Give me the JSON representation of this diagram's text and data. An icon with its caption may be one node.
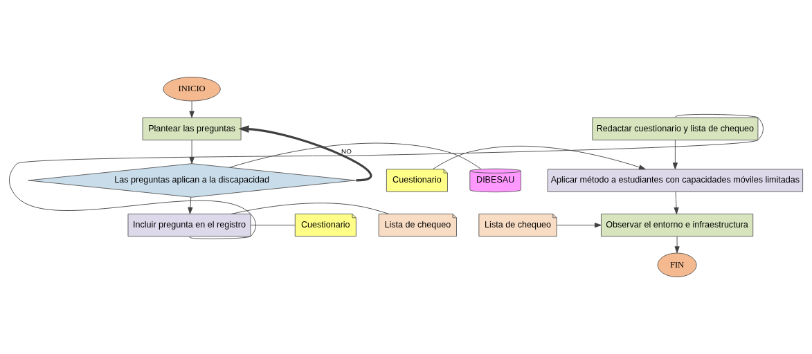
{
  "diagram": {
    "nodes": [
      {
        "text": [
          "INICIO"
        ]
      },
      {
        "text": [
          "Plantear las preguntas"
        ]
      },
      {
        "text": [
          "Las preguntas aplican a la discapacidad"
        ]
      },
      {
        "text": [
          "DIBESAU"
        ]
      },
      {
        "text": [
          "Lista de chequeo"
        ]
      },
      {
        "text": [
          "Incluir pregunta en el registro"
        ]
      },
      {
        "text": [
          "Cuestionario"
        ]
      },
      {
        "text": [
          "Redactar cuestionario y lista de chequeo"
        ]
      },
      {
        "text": [
          "Aplicar método a estudiantes con capacidades móviles limitadas"
        ]
      },
      {
        "text": [
          "Cuestionario"
        ]
      },
      {
        "text": [
          "Lista de chequeo"
        ]
      },
      {
        "text": [
          "Observar el entorno e infraestructura"
        ]
      },
      {
        "text": [
          "FIN"
        ]
      }
    ],
    "edges": [
      {
        "from": 0,
        "to": 1,
        "arrow": "to"
      },
      {
        "from": 1,
        "to": 2,
        "arrow": "to"
      },
      {
        "from": 2,
        "to": 1,
        "arrow": "to",
        "label": "NO",
        "style": "thick"
      },
      {
        "from": 3,
        "to": 2,
        "arrow": "none"
      },
      {
        "from": 2,
        "to": 5,
        "arrow": "to"
      },
      {
        "from": 4,
        "to": 5,
        "arrow": "none"
      },
      {
        "from": 5,
        "to": 6,
        "arrow": "none"
      },
      {
        "from": 5,
        "to": 7,
        "arrow": "none"
      },
      {
        "from": 7,
        "to": 8,
        "arrow": "to"
      },
      {
        "from": 9,
        "to": 8,
        "arrow": "to"
      },
      {
        "from": 8,
        "to": 11,
        "arrow": "to"
      },
      {
        "from": 10,
        "to": 11,
        "arrow": "to"
      },
      {
        "from": 11,
        "to": 12,
        "arrow": "to"
      }
    ]
  }
}
